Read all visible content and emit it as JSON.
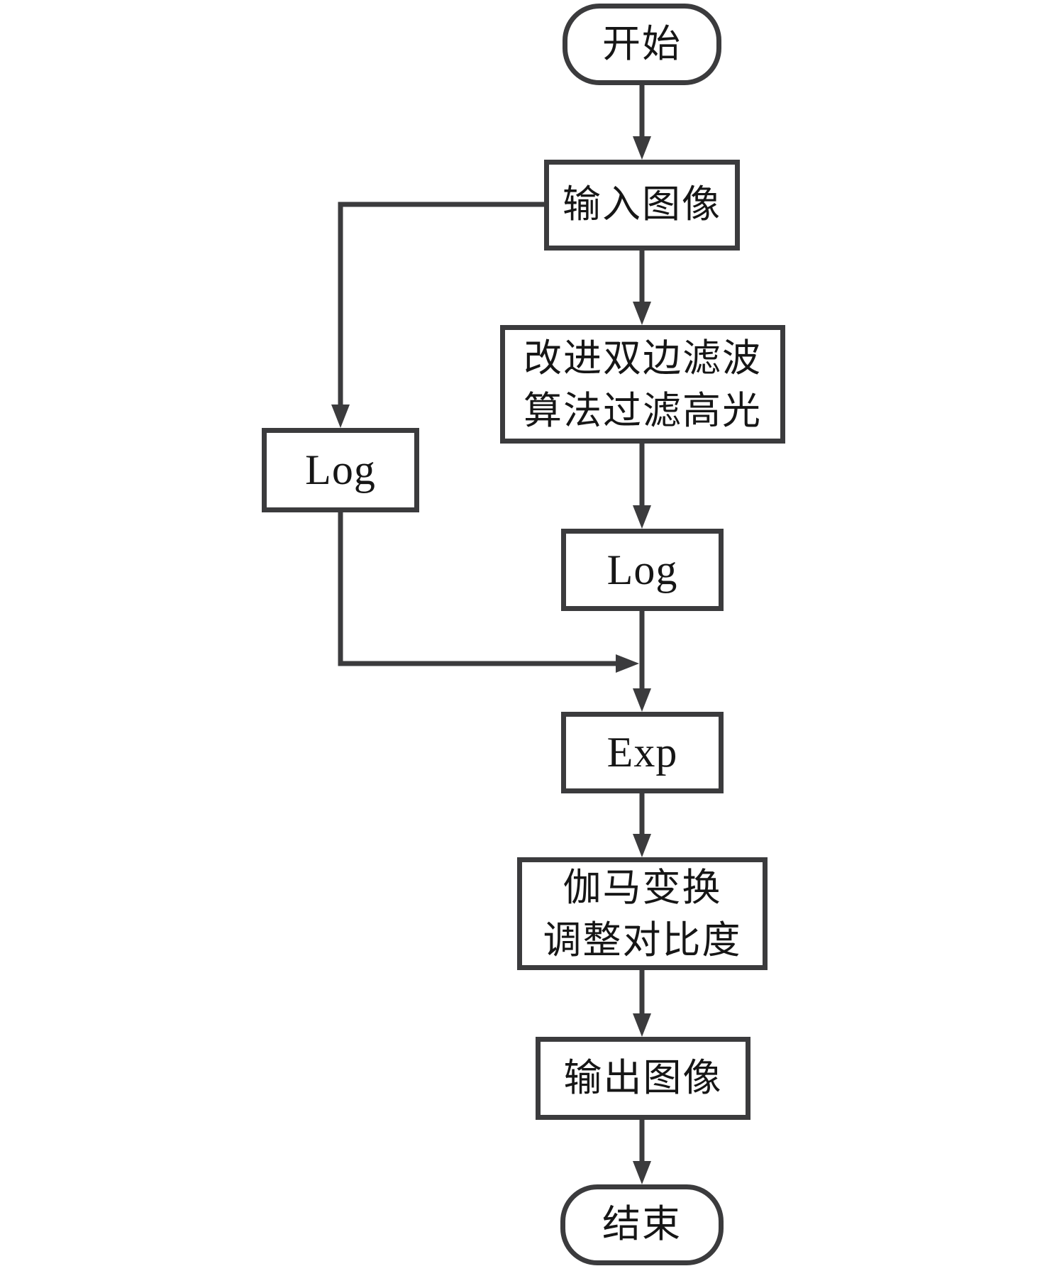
{
  "figure": {
    "type": "flowchart",
    "background": "#ffffff",
    "line_color": "#3b3b3d",
    "text_color": "#161616"
  },
  "nodes": {
    "start": {
      "shape": "terminal",
      "label": "开始"
    },
    "input": {
      "shape": "process",
      "label": "输入图像"
    },
    "bilateral": {
      "shape": "process",
      "line1": "改进双边滤波",
      "line2": "算法过滤高光"
    },
    "log_left": {
      "shape": "process",
      "label": "Log"
    },
    "log_main": {
      "shape": "process",
      "label": "Log"
    },
    "exp": {
      "shape": "process",
      "label": "Exp"
    },
    "gamma": {
      "shape": "process",
      "line1": "伽马变换",
      "line2": "调整对比度"
    },
    "output": {
      "shape": "process",
      "label": "输出图像"
    },
    "end": {
      "shape": "terminal",
      "label": "结束"
    }
  },
  "edges": [
    {
      "from": "start",
      "to": "input"
    },
    {
      "from": "input",
      "to": "bilateral"
    },
    {
      "from": "input",
      "to": "log_left",
      "route": "left-branch"
    },
    {
      "from": "bilateral",
      "to": "log_main"
    },
    {
      "from": "log_main",
      "to": "exp"
    },
    {
      "from": "log_left",
      "to": "exp",
      "route": "merges-into-main-line"
    },
    {
      "from": "exp",
      "to": "gamma"
    },
    {
      "from": "gamma",
      "to": "output"
    },
    {
      "from": "output",
      "to": "end"
    }
  ]
}
